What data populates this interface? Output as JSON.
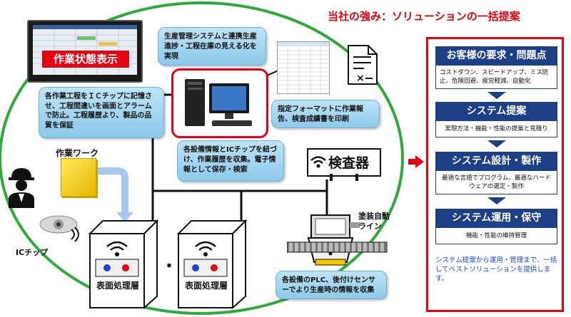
{
  "header": {
    "title": "当社の強み：ソリューションの一括提案"
  },
  "monitor": {
    "screen_label": "作業状態表示"
  },
  "bubbles": {
    "mgmt": "生産管理システムと連携生産進捗・工程在庫の見える化を実現",
    "ic_chip_desc": "各作業工程をＩＣチップに記憶させ、工程間違いを画面とアラームで防止。工程履歴より、製品の品質を保証",
    "report": "指定フォーマットに作業報告、検査成績書を印刷",
    "collect": "各設備情報とICチップを紐づけ、作業履歴を収集。電子情報として保存・検索",
    "plc": "各設備のPLC、後付けセンサーでより生産時の情報を収集"
  },
  "labels": {
    "work": "作業ワーク",
    "ic_chip": "ICチップ",
    "inspector": "検査器",
    "paint_line": "塗装自動ライン",
    "process_1": "表面処理層",
    "process_2": "表面処理層",
    "ellipsis": "・・・"
  },
  "steps": [
    {
      "title": "お客様の要求・問題点",
      "body": "コストダウン、スピードアップ、ミス防止、危険回避、疲労軽減、自動化"
    },
    {
      "title": "システム提案",
      "body": "実現方法・機能・性能の提案と見積り"
    },
    {
      "title": "システム設計・製作",
      "body": "最適な言語でプログラム、最適なハードウェアの選定・製作"
    },
    {
      "title": "システム運用・保守",
      "body": "機能・性能の維持管理"
    }
  ],
  "summary": "システム提案から運用・管理まで、一括してベストソリューションを提供します。",
  "colors": {
    "accent_red": "#e60012",
    "navy": "#1c3f86",
    "green_ring": "#2eaa3c",
    "bubble_blue": "#9fd3ee"
  },
  "icons": [
    "worker-icon",
    "wifi-icon",
    "document-icon",
    "pc-icon",
    "arrow-right-icon"
  ]
}
